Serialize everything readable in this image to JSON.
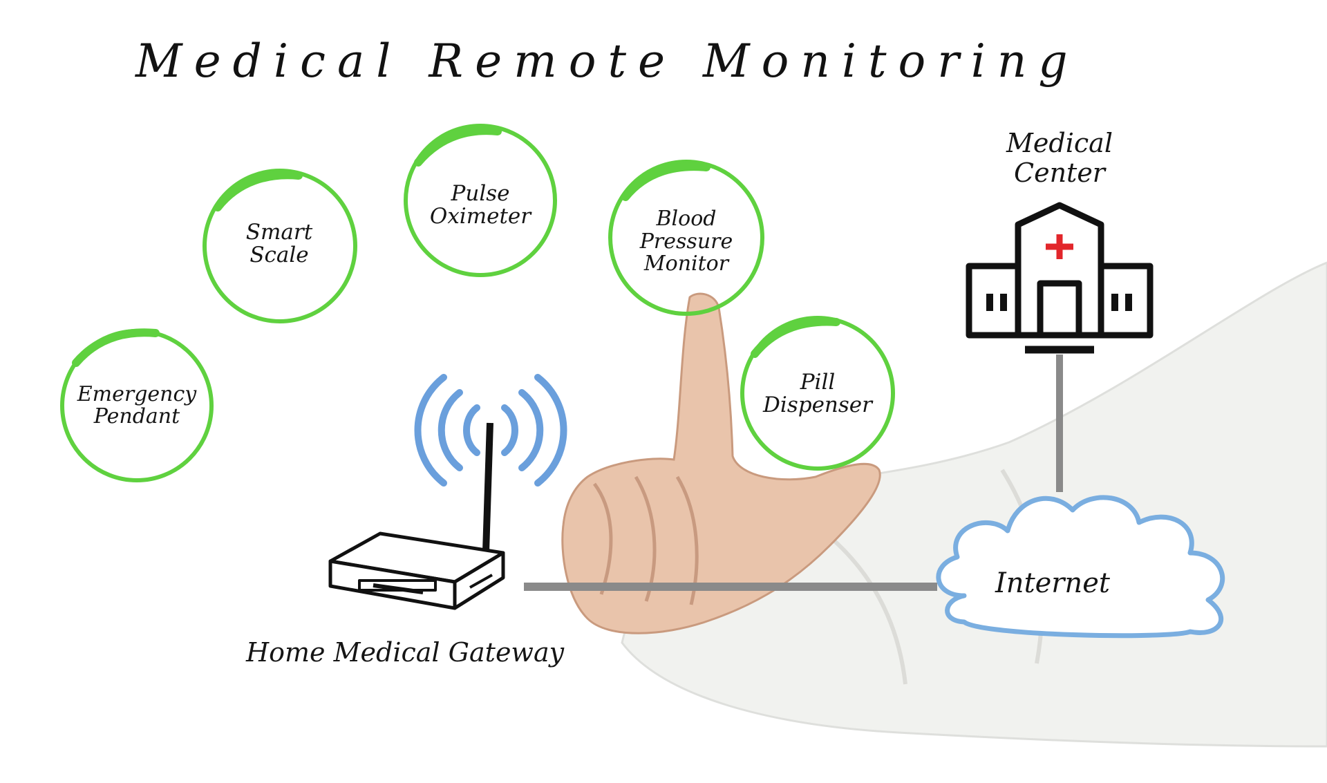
{
  "title": "Medical Remote Monitoring",
  "devices": [
    {
      "id": "emergency-pendant",
      "label": "Emergency\nPendant"
    },
    {
      "id": "smart-scale",
      "label": "Smart\nScale"
    },
    {
      "id": "pulse-oximeter",
      "label": "Pulse\nOximeter"
    },
    {
      "id": "blood-pressure-monitor",
      "label": "Blood\nPressure\nMonitor"
    },
    {
      "id": "pill-dispenser",
      "label": "Pill\nDispenser"
    }
  ],
  "gateway": {
    "label": "Home Medical Gateway",
    "icon": "wifi-router-icon"
  },
  "internet": {
    "label": "Internet",
    "icon": "cloud-icon"
  },
  "medical_center": {
    "label": "Medical\nCenter",
    "icon": "hospital-building-icon"
  },
  "colors": {
    "circle": "#5fd13f",
    "signal": "#6a9fdc",
    "cloud": "#7aaee0",
    "connector": "#8a8a8a",
    "cross": "#e2262b"
  }
}
